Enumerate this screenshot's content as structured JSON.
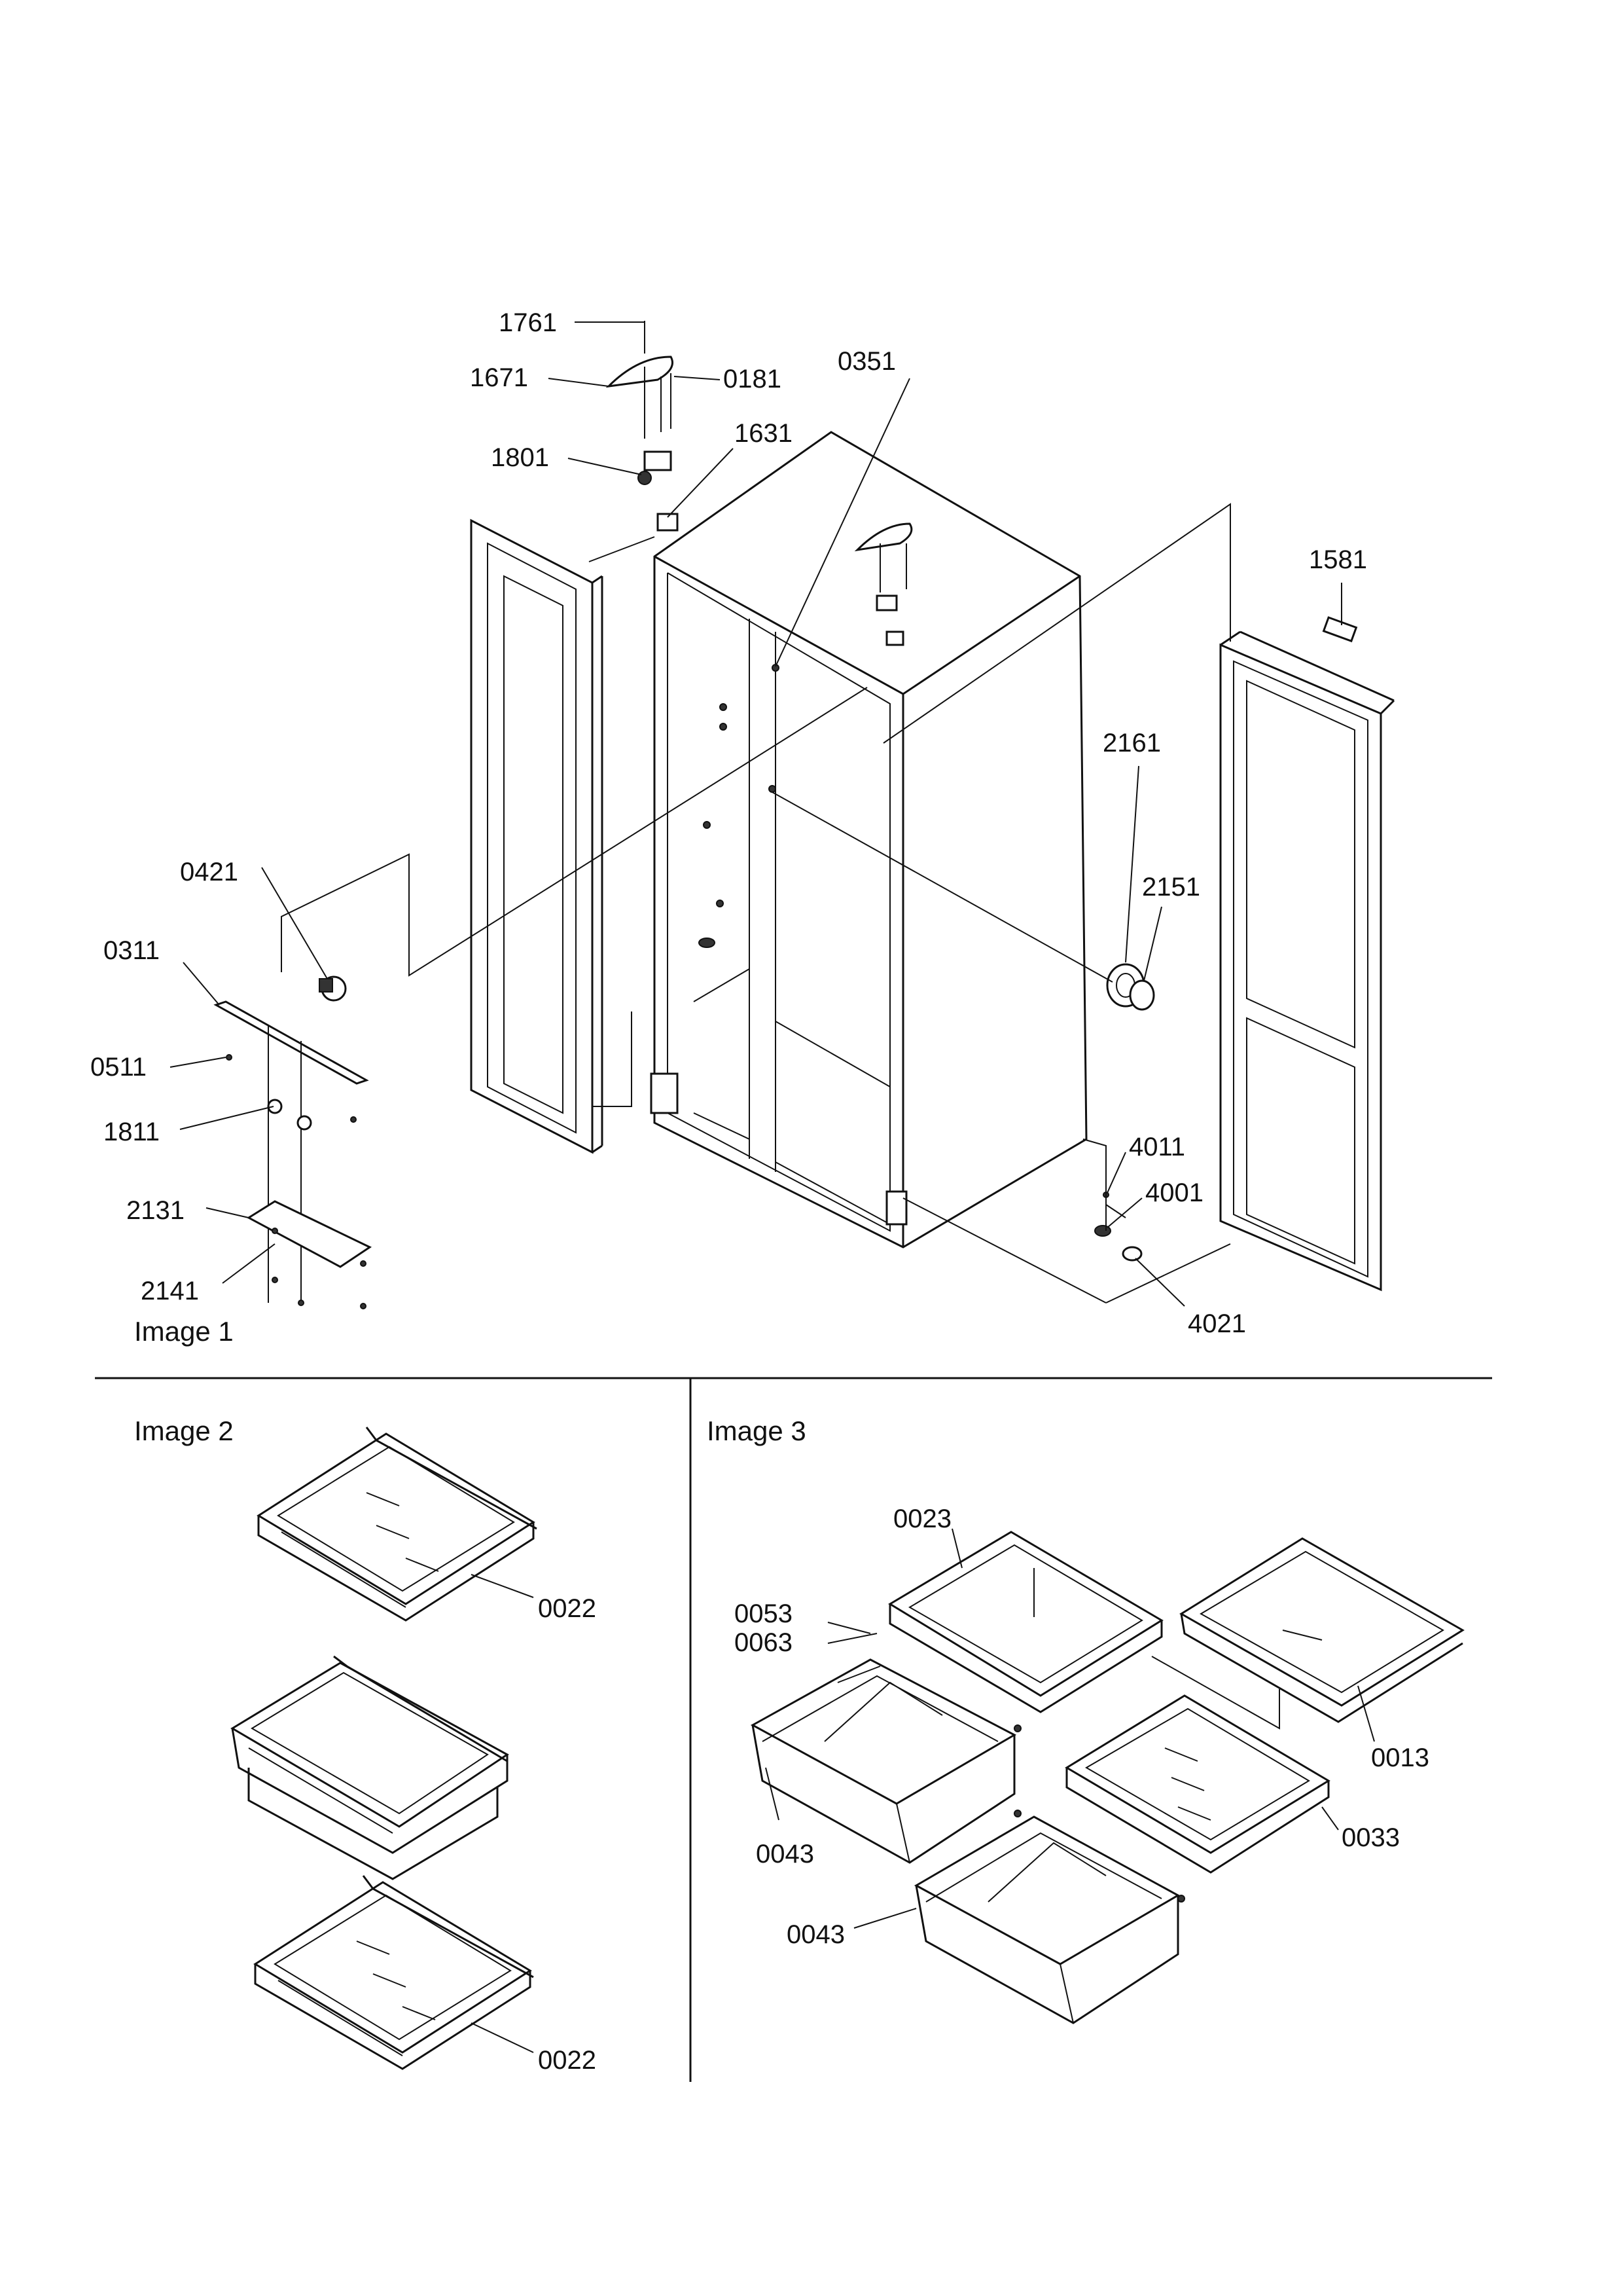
{
  "panels": {
    "image1": "Image 1",
    "image2": "Image 2",
    "image3": "Image 3"
  },
  "callouts_image1": [
    "1761",
    "1671",
    "0181",
    "0351",
    "1801",
    "1631",
    "1581",
    "2161",
    "0421",
    "2151",
    "0311",
    "0511",
    "1811",
    "4011",
    "4001",
    "2131",
    "2141",
    "4021"
  ],
  "callouts_image2": [
    "0022",
    "0022"
  ],
  "callouts_image3": [
    "0023",
    "0053",
    "0063",
    "0013",
    "0043",
    "0033",
    "0043"
  ]
}
